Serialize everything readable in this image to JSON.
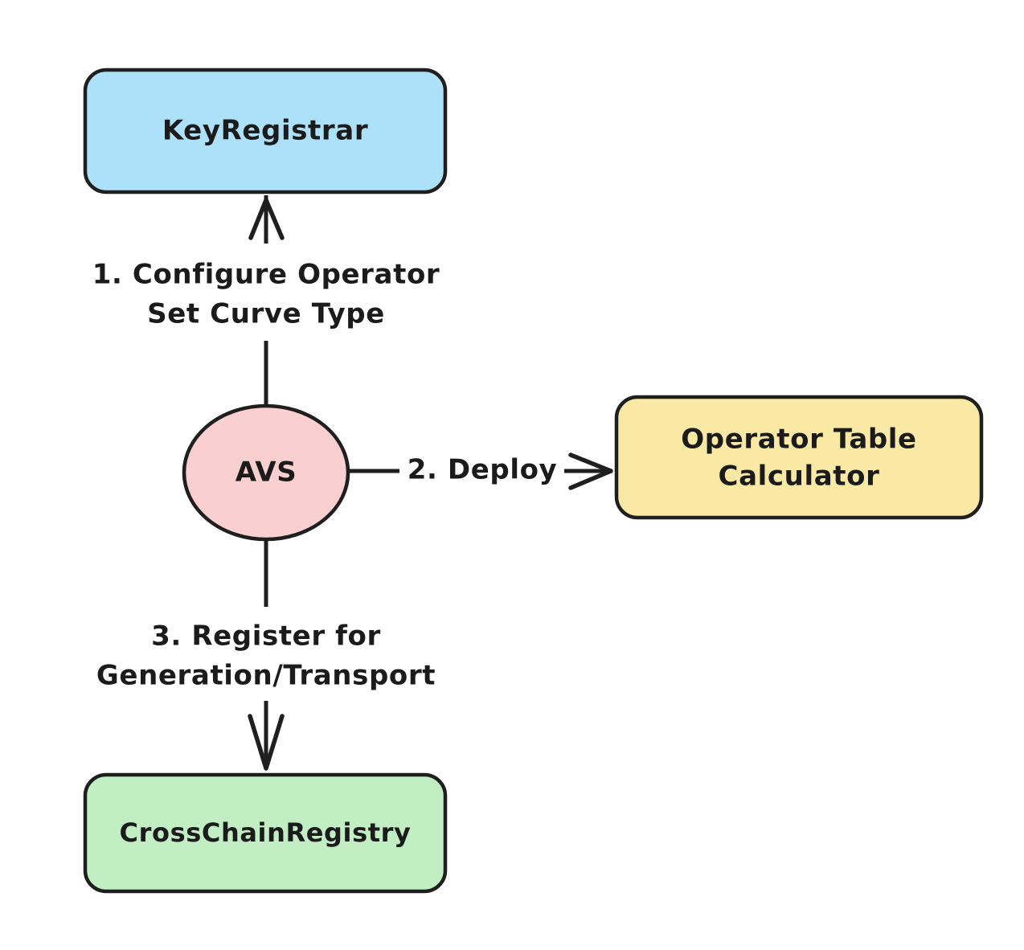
{
  "diagram": {
    "type": "flowchart",
    "direction": "top-to-bottom",
    "background_color": "#ffffff",
    "stroke_color": "#1f1f1f",
    "text_color": "#1b1b1b",
    "nodes": [
      {
        "id": "key-registrar",
        "label": "KeyRegistrar",
        "shape": "rounded-rect",
        "fill_color": "#ade0f9"
      },
      {
        "id": "avs",
        "label": "AVS",
        "shape": "circle",
        "fill_color": "#f9cfcf"
      },
      {
        "id": "operator-table-calculator",
        "label_line1": "Operator Table",
        "label_line2": "Calculator",
        "shape": "rounded-rect",
        "fill_color": "#fae9a4"
      },
      {
        "id": "cross-chain-registry",
        "label": "CrossChainRegistry",
        "shape": "rounded-rect",
        "fill_color": "#c2eec4"
      }
    ],
    "edges": [
      {
        "id": "avs-to-key-registrar",
        "from": "avs",
        "to": "key-registrar",
        "label_line1": "1. Configure Operator",
        "label_line2": "Set Curve Type",
        "arrow": "open-up"
      },
      {
        "id": "avs-to-operator-table-calculator",
        "from": "avs",
        "to": "operator-table-calculator",
        "label_line1": "2. Deploy",
        "label_line2": "",
        "arrow": "open-right"
      },
      {
        "id": "avs-to-cross-chain-registry",
        "from": "avs",
        "to": "cross-chain-registry",
        "label_line1": "3. Register for",
        "label_line2": "Generation/Transport",
        "arrow": "open-down"
      }
    ]
  }
}
